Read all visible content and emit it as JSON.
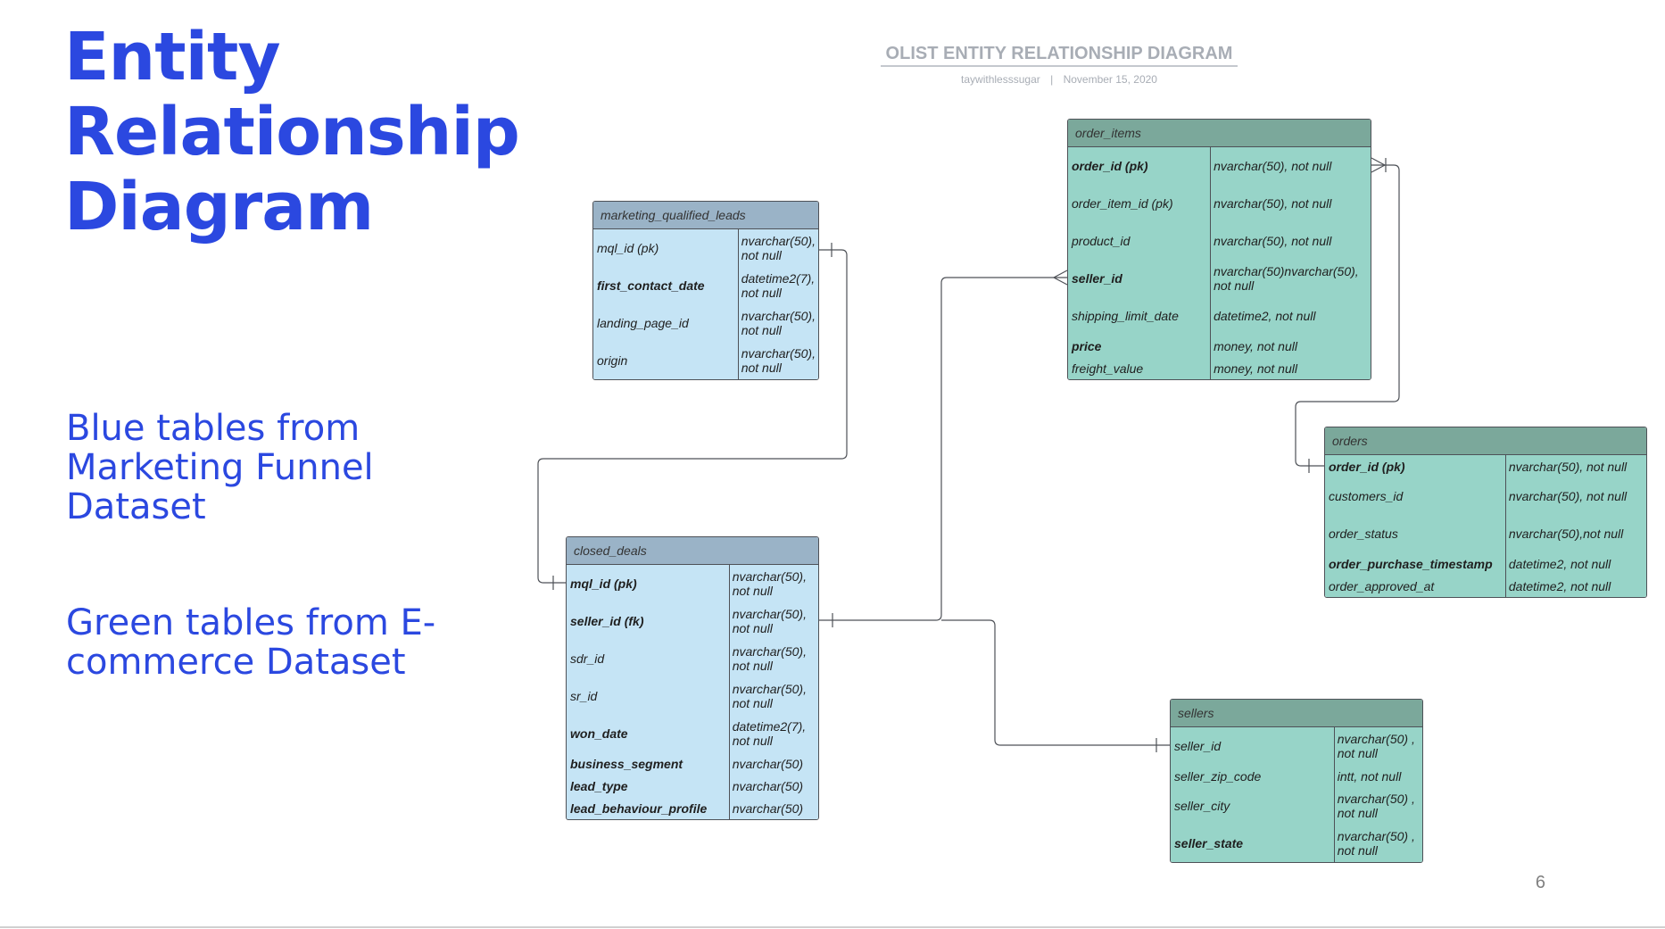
{
  "slide": {
    "title_lines": [
      "Entity",
      "Relationship",
      "Diagram"
    ],
    "blue_note": "Blue tables from Marketing Funnel Dataset",
    "green_note": "Green tables from E-commerce Dataset",
    "page_number": "6"
  },
  "diagram_header": {
    "title": "OLIST ENTITY RELATIONSHIP DIAGRAM",
    "author": "taywithlesssugar",
    "separator": "|",
    "date": "November 15, 2020"
  },
  "colors": {
    "accent_blue": "#2b48e0",
    "blue_table_header": "#9ab3c7",
    "blue_table_body": "#c5e4f5",
    "green_table_header": "#7ba89b",
    "green_table_body": "#97d4c8"
  },
  "tables": {
    "marketing_qualified_leads": {
      "name": "marketing_qualified_leads",
      "rows": [
        {
          "field": "mql_id (pk)",
          "type": "nvarchar(50), not null"
        },
        {
          "field": "first_contact_date",
          "type": "datetime2(7), not null"
        },
        {
          "field": "landing_page_id",
          "type": "nvarchar(50), not null"
        },
        {
          "field": "origin",
          "type": "nvarchar(50), not null"
        }
      ]
    },
    "closed_deals": {
      "name": "closed_deals",
      "rows": [
        {
          "field": "mql_id (pk)",
          "type": "nvarchar(50), not null"
        },
        {
          "field": "seller_id (fk)",
          "type": "nvarchar(50), not null"
        },
        {
          "field": "sdr_id",
          "type": "nvarchar(50), not null"
        },
        {
          "field": "sr_id",
          "type": "nvarchar(50), not null"
        },
        {
          "field": "won_date",
          "type": "datetime2(7), not null"
        },
        {
          "field": "business_segment",
          "type": "nvarchar(50)"
        },
        {
          "field": "lead_type",
          "type": "nvarchar(50)"
        },
        {
          "field": "lead_behaviour_profile",
          "type": "nvarchar(50)"
        }
      ]
    },
    "order_items": {
      "name": "order_items",
      "rows": [
        {
          "field": "order_id (pk)",
          "type": "nvarchar(50), not null"
        },
        {
          "field": "order_item_id (pk)",
          "type": "nvarchar(50), not null"
        },
        {
          "field": "product_id",
          "type": "nvarchar(50), not null"
        },
        {
          "field": "seller_id",
          "type": "nvarchar(50)nvarchar(50), not null"
        },
        {
          "field": "shipping_limit_date",
          "type": "datetime2, not null"
        },
        {
          "field": "price",
          "type": "money, not null"
        },
        {
          "field": "freight_value",
          "type": "money, not null"
        }
      ]
    },
    "orders": {
      "name": "orders",
      "rows": [
        {
          "field": "order_id (pk)",
          "type": "nvarchar(50), not null"
        },
        {
          "field": "customers_id",
          "type": "nvarchar(50), not null"
        },
        {
          "field": "order_status",
          "type": "nvarchar(50),not null"
        },
        {
          "field": "order_purchase_timestamp",
          "type": "datetime2, not null"
        },
        {
          "field": "order_approved_at",
          "type": "datetime2, not null"
        }
      ]
    },
    "sellers": {
      "name": "sellers",
      "rows": [
        {
          "field": "seller_id",
          "type": "nvarchar(50) , not null"
        },
        {
          "field": "seller_zip_code",
          "type": "intt, not null"
        },
        {
          "field": "seller_city",
          "type": "nvarchar(50) , not null"
        },
        {
          "field": "seller_state",
          "type": "nvarchar(50) , not null"
        }
      ]
    }
  },
  "relationships": [
    {
      "from": "marketing_qualified_leads.mql_id",
      "to": "closed_deals.mql_id",
      "from_end": "one",
      "to_end": "one"
    },
    {
      "from": "closed_deals.seller_id",
      "to": "order_items.seller_id",
      "from_end": "one",
      "to_end": "many"
    },
    {
      "from": "closed_deals.seller_id",
      "to": "sellers.seller_id",
      "from_end": "one",
      "to_end": "one"
    },
    {
      "from": "order_items.order_id",
      "to": "orders.order_id",
      "from_end": "many",
      "to_end": "one"
    }
  ]
}
